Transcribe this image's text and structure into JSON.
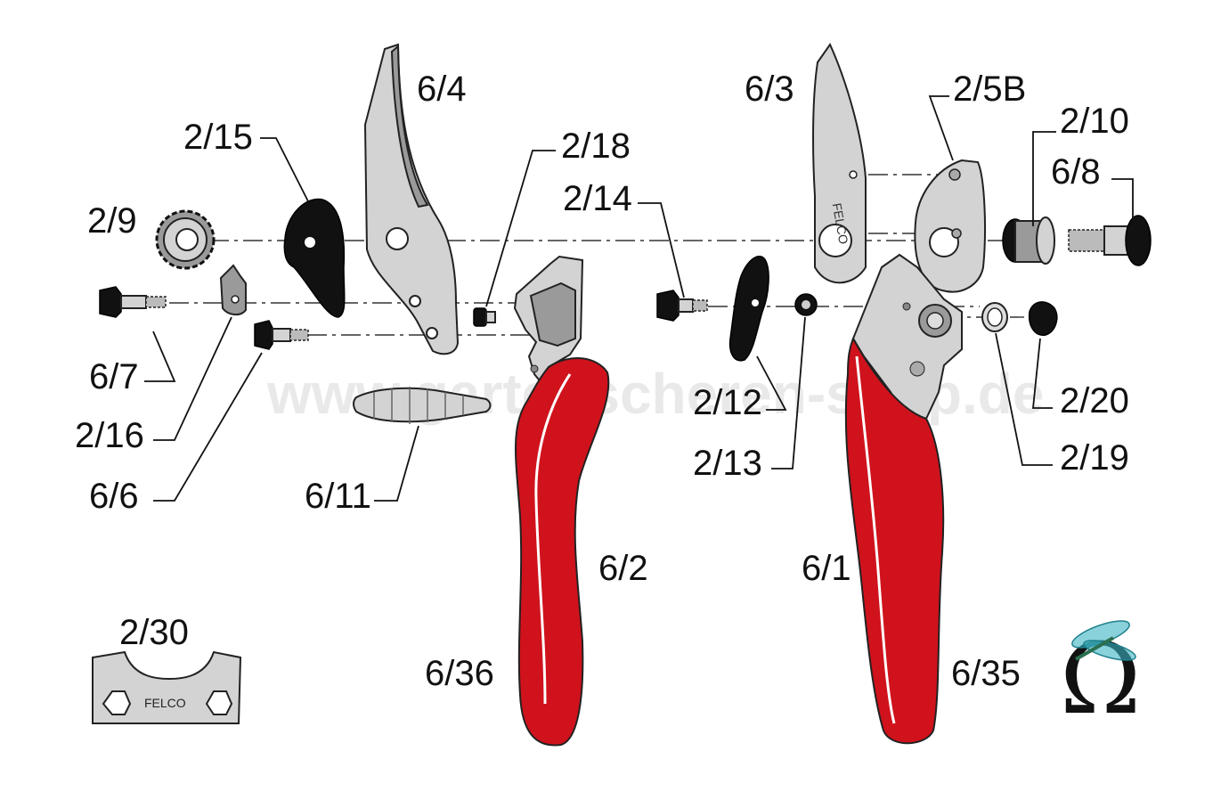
{
  "watermark": "www.gartenscheren-shop.de",
  "brand_stamp": "FELCO",
  "part_labels": [
    {
      "id": "6-4",
      "text": "6/4"
    },
    {
      "id": "2-15",
      "text": "2/15"
    },
    {
      "id": "2-9",
      "text": "2/9"
    },
    {
      "id": "2-18",
      "text": "2/18"
    },
    {
      "id": "2-14",
      "text": "2/14"
    },
    {
      "id": "6-7",
      "text": "6/7"
    },
    {
      "id": "2-16",
      "text": "2/16"
    },
    {
      "id": "6-6",
      "text": "6/6"
    },
    {
      "id": "6-11",
      "text": "6/11"
    },
    {
      "id": "6-2",
      "text": "6/2"
    },
    {
      "id": "6-36",
      "text": "6/36"
    },
    {
      "id": "2-30",
      "text": "2/30"
    },
    {
      "id": "6-3",
      "text": "6/3"
    },
    {
      "id": "2-5b",
      "text": "2/5B"
    },
    {
      "id": "2-10",
      "text": "2/10"
    },
    {
      "id": "6-8",
      "text": "6/8"
    },
    {
      "id": "2-12",
      "text": "2/12"
    },
    {
      "id": "2-13",
      "text": "2/13"
    },
    {
      "id": "2-20",
      "text": "2/20"
    },
    {
      "id": "2-19",
      "text": "2/19"
    },
    {
      "id": "6-1",
      "text": "6/1"
    },
    {
      "id": "6-35",
      "text": "6/35"
    }
  ],
  "colors": {
    "handle_red": "#d0121c",
    "metal_grey": "#d3d3d3",
    "line_black": "#111111",
    "logo_teal": "#3bb3c3"
  },
  "icons": {
    "logo": "omega-dragonfly-logo"
  }
}
